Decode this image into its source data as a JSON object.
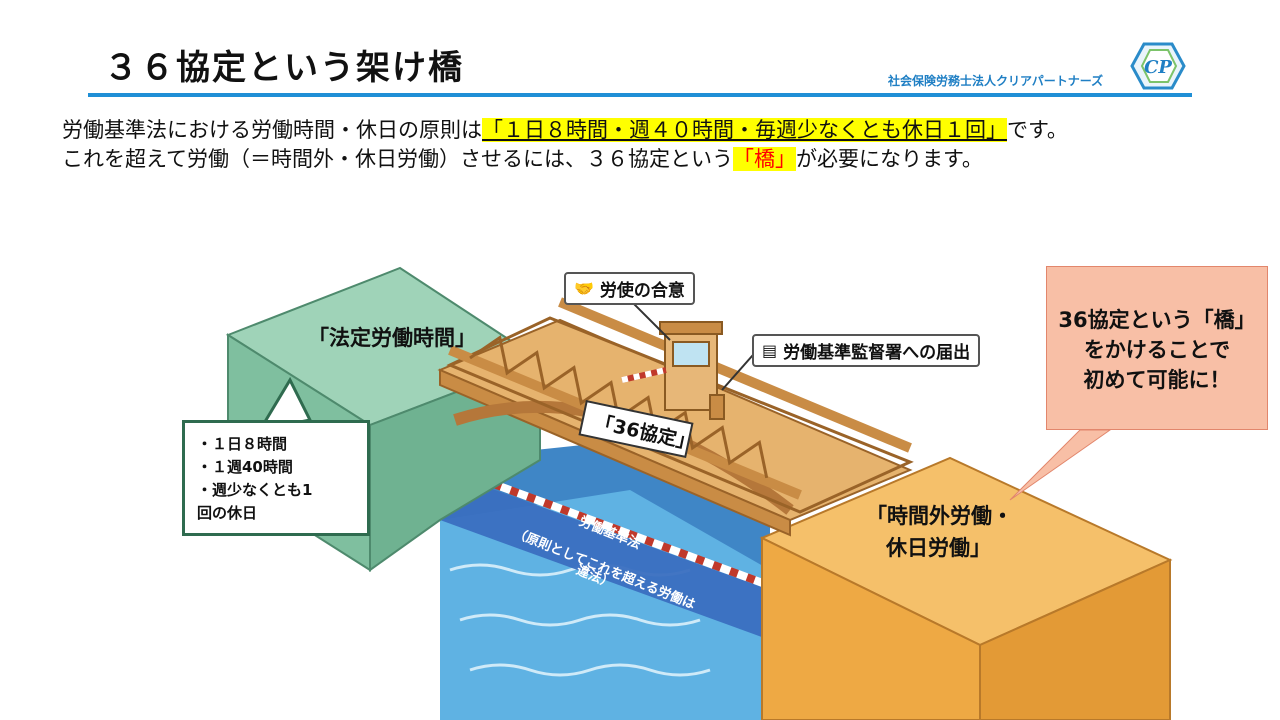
{
  "header": {
    "title": "３６協定という架け橋",
    "company": "社会保険労務士法人クリアパートナーズ",
    "logo_text": "CP"
  },
  "intro": {
    "line1_pre": "労働基準法における労働時間・休日の原則は",
    "line1_highlight": "「１日８時間・週４０時間・毎週少なくとも休日１回」",
    "line1_post": "です。",
    "line2_pre": "これを超えて労働（＝時間外・休日労働）させるには、３６協定という",
    "line2_highlight": "「橋」",
    "line2_post": "が必要になります。"
  },
  "illustration": {
    "left_block_label": "「法定労働時間」",
    "right_block_label_1": "「時間外労働・",
    "right_block_label_2": "休日労働」",
    "bridge_label": "「36協定」",
    "river_label_1": "労働基準法",
    "river_label_2": "（原則としてこれを超える労働は",
    "river_label_3": "違法）",
    "tag_agreement": "労使の合意",
    "tag_filing": "労働基準監督署への届出",
    "list_items": [
      "・１日８時間",
      "・１週40時間",
      "・週少なくとも1",
      "回の休日"
    ],
    "callout_lines": [
      "36協定という「橋」",
      "をかけることで",
      "初めて可能に！"
    ]
  },
  "colors": {
    "accent_blue": "#1f8fd6",
    "highlight": "#ffff00",
    "emphasis_red": "#ff0000",
    "left_block": "#8fc9ad",
    "right_block": "#f2b34b",
    "bridge_wood": "#e0a85e",
    "river": "#4aa3d9",
    "callout": "#f8bfa6"
  }
}
